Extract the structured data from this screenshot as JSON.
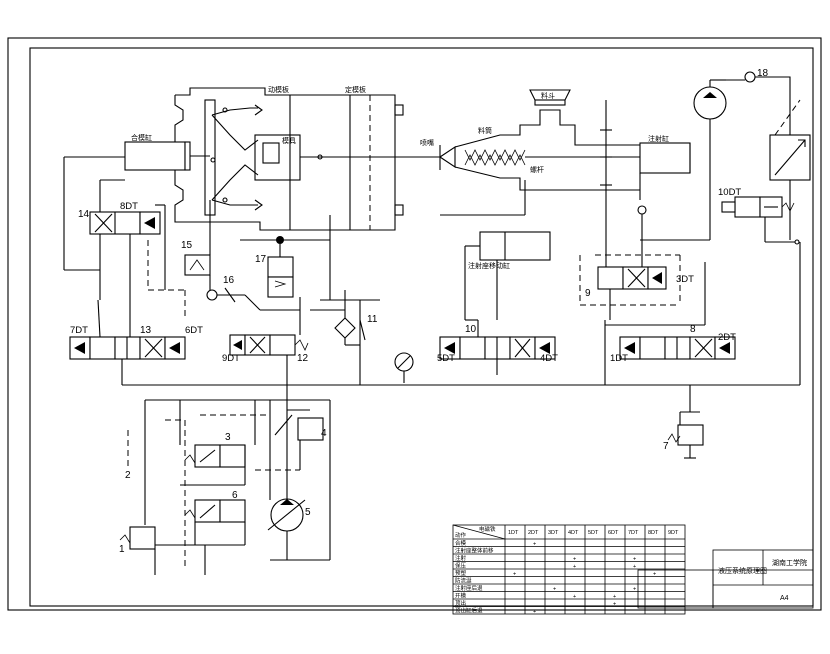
{
  "components": {
    "c1": "1",
    "c2": "2",
    "c3": "3",
    "c4": "4",
    "c5": "5",
    "c6": "6",
    "c7": "7",
    "c8": "8",
    "c9": "9",
    "c10": "10",
    "c11": "11",
    "c12": "12",
    "c13": "13",
    "c14": "14",
    "c15": "15",
    "c16": "16",
    "c17": "17",
    "c18": "18"
  },
  "solenoids": {
    "dt1": "1DT",
    "dt2": "2DT",
    "dt3": "3DT",
    "dt4": "4DT",
    "dt5": "5DT",
    "dt6": "6DT",
    "dt7": "7DT",
    "dt8": "8DT",
    "dt9": "9DT",
    "dt10": "10DT"
  },
  "labels": {
    "mold_cyl": "合模缸",
    "moving_platen": "动模板",
    "fixed_platen": "定模板",
    "mold": "模具",
    "nozzle": "喷嘴",
    "barrel": "料筒",
    "screw": "螺杆",
    "hopper": "料斗",
    "inject_cyl": "注射缸",
    "carriage_cyl": "注射座移动缸"
  },
  "table": {
    "header_corner": "电磁铁",
    "col_header": "动作",
    "cols": [
      "1DT",
      "2DT",
      "3DT",
      "4DT",
      "5DT",
      "6DT",
      "7DT",
      "8DT",
      "9DT"
    ],
    "rows": [
      "合模",
      "注射座整体前移",
      "注射",
      "保压",
      "预塑",
      "防流涎",
      "注射座后退",
      "开模",
      "顶出",
      "顶出缸后退"
    ],
    "rows_marks": [
      [
        0,
        1,
        0,
        0,
        0,
        0,
        0,
        0,
        0
      ],
      [
        0,
        0,
        0,
        0,
        0,
        0,
        0,
        0,
        0
      ],
      [
        0,
        0,
        0,
        1,
        0,
        0,
        1,
        0,
        0
      ],
      [
        0,
        0,
        0,
        1,
        0,
        0,
        1,
        0,
        0
      ],
      [
        1,
        0,
        0,
        0,
        0,
        0,
        0,
        1,
        0
      ],
      [
        0,
        0,
        0,
        0,
        0,
        0,
        0,
        0,
        0
      ],
      [
        0,
        0,
        1,
        0,
        0,
        0,
        1,
        0,
        0
      ],
      [
        0,
        0,
        0,
        1,
        0,
        1,
        0,
        0,
        0
      ],
      [
        0,
        0,
        0,
        0,
        0,
        1,
        0,
        0,
        0
      ],
      [
        0,
        1,
        0,
        0,
        0,
        0,
        0,
        0,
        0
      ]
    ],
    "mark": "+"
  },
  "title_block": {
    "drawing_title": "液压系统原理图",
    "school": "湖南工学院",
    "sheet": "A4"
  }
}
